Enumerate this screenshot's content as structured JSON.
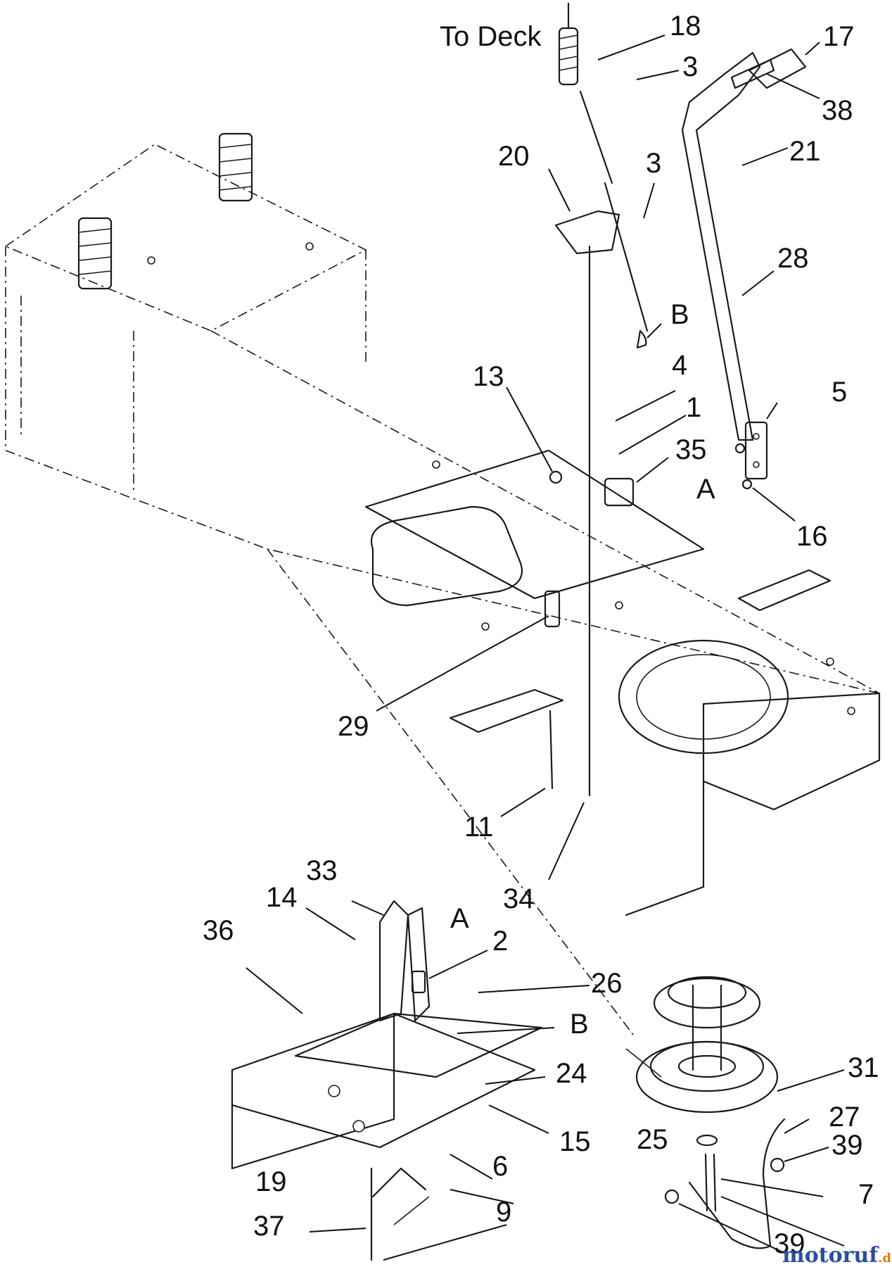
{
  "callouts": [
    {
      "id": "c-to-deck",
      "text": "To Deck"
    },
    {
      "id": "c-18",
      "text": "18"
    },
    {
      "id": "c-3a",
      "text": "3"
    },
    {
      "id": "c-17",
      "text": "17"
    },
    {
      "id": "c-38",
      "text": "38"
    },
    {
      "id": "c-20",
      "text": "20"
    },
    {
      "id": "c-3b",
      "text": "3"
    },
    {
      "id": "c-21",
      "text": "21"
    },
    {
      "id": "c-28",
      "text": "28"
    },
    {
      "id": "c-b-top",
      "text": "B"
    },
    {
      "id": "c-13",
      "text": "13"
    },
    {
      "id": "c-4",
      "text": "4"
    },
    {
      "id": "c-1",
      "text": "1"
    },
    {
      "id": "c-5",
      "text": "5"
    },
    {
      "id": "c-35",
      "text": "35"
    },
    {
      "id": "c-a-top",
      "text": "A"
    },
    {
      "id": "c-16",
      "text": "16"
    },
    {
      "id": "c-29",
      "text": "29"
    },
    {
      "id": "c-11",
      "text": "11"
    },
    {
      "id": "c-34",
      "text": "34"
    },
    {
      "id": "c-33",
      "text": "33"
    },
    {
      "id": "c-14",
      "text": "14"
    },
    {
      "id": "c-a-bottom",
      "text": "A"
    },
    {
      "id": "c-36",
      "text": "36"
    },
    {
      "id": "c-2",
      "text": "2"
    },
    {
      "id": "c-26",
      "text": "26"
    },
    {
      "id": "c-b-bottom",
      "text": "B"
    },
    {
      "id": "c-31",
      "text": "31"
    },
    {
      "id": "c-24",
      "text": "24"
    },
    {
      "id": "c-27",
      "text": "27"
    },
    {
      "id": "c-39a",
      "text": "39"
    },
    {
      "id": "c-15",
      "text": "15"
    },
    {
      "id": "c-25",
      "text": "25"
    },
    {
      "id": "c-19",
      "text": "19"
    },
    {
      "id": "c-6",
      "text": "6"
    },
    {
      "id": "c-7",
      "text": "7"
    },
    {
      "id": "c-37",
      "text": "37"
    },
    {
      "id": "c-9",
      "text": "9"
    },
    {
      "id": "c-39b",
      "text": "39"
    }
  ],
  "watermark": {
    "part1": "motoruf",
    "part2": ".de"
  },
  "colors": {
    "watermark_blue": "#2a4fa0",
    "watermark_orange": "#e07b1a",
    "line": "#1a1a1a"
  }
}
